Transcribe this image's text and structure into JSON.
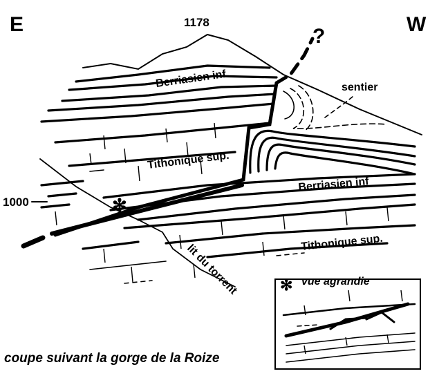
{
  "orientation": {
    "east": "E",
    "west": "W"
  },
  "altitudes": {
    "summit": "1178",
    "side": "1000"
  },
  "question_mark": "?",
  "labels": {
    "berriasien_upper": "Berriasien inf.",
    "sentier": "sentier",
    "tithonique_upper": "Tithonique sup.",
    "berriasien_lower": "Berriasien inf",
    "tithonique_lower": "Tithonique sup.",
    "lit_du_torrent": "lit du torrent"
  },
  "inset": {
    "title": "vue agrandie",
    "asterisk": "✻"
  },
  "marker_asterisk": "✻",
  "caption": "coupe suivant la gorge de la Roize"
}
